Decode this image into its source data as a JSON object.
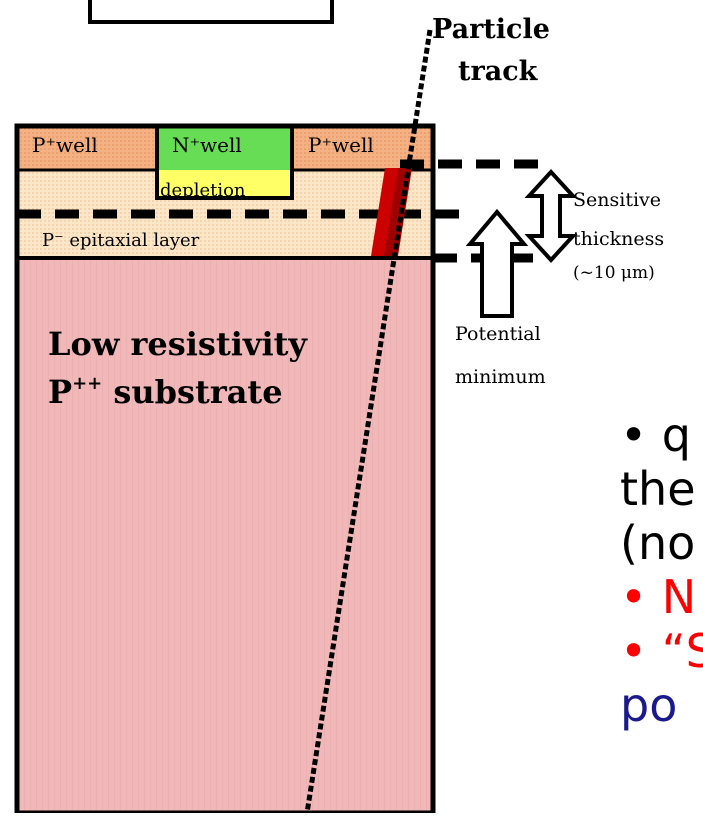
{
  "labels": {
    "particle_track_line1": "Particle",
    "particle_track_line2": "track",
    "p_well_left": "P⁺well",
    "n_well": "N⁺well",
    "p_well_right": "P⁺well",
    "depletion": "depletion",
    "epitaxial_layer": "P⁻ epitaxial layer",
    "substrate_line1": "Low resistivity",
    "substrate_line2_prefix": "P",
    "substrate_line2_sup": "++",
    "substrate_line2_suffix": " substrate",
    "sensitive_line1": "Sensitive",
    "sensitive_line2": "thickness",
    "sensitive_line3": "(~10 μm)",
    "potential_line1": "Potential",
    "potential_line2": "minimum"
  },
  "bullets": [
    {
      "text": "• q",
      "color": "#000000"
    },
    {
      "text": "the",
      "color": "#000000"
    },
    {
      "text": "(no",
      "color": "#000000"
    },
    {
      "text": "• N",
      "color": "#ff0000"
    },
    {
      "text": "• “S",
      "color": "#ff0000"
    },
    {
      "text": "po",
      "color": "#1a1a8c"
    }
  ],
  "colors": {
    "substrate": "#f0b8b8",
    "epitaxial": "#fbe7c8",
    "p_well": "#f4b183",
    "n_well": "#66dd55",
    "depletion": "#ffff66",
    "track_highlight": "#cc0000"
  }
}
